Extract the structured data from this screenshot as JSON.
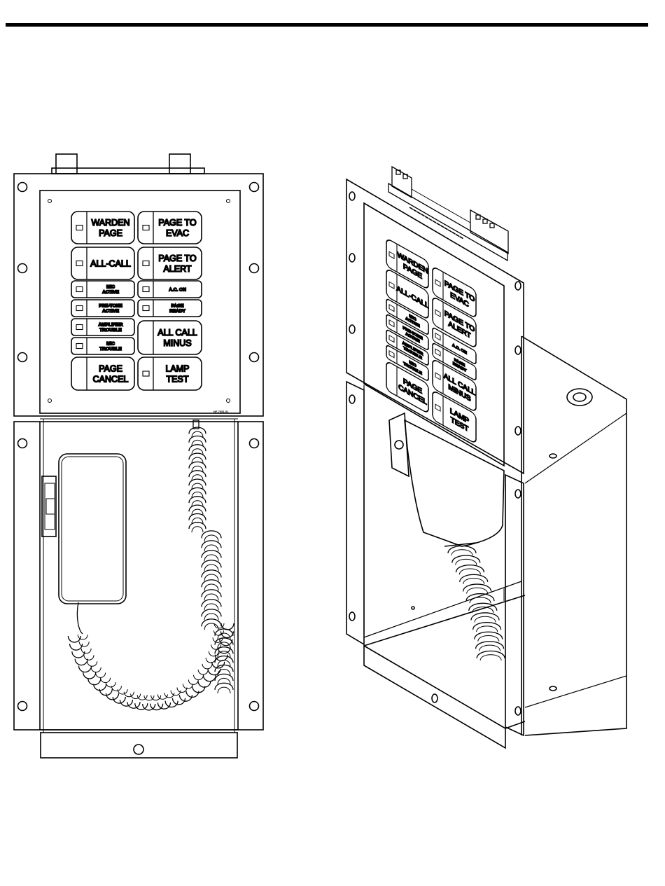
{
  "front_panel": {
    "label_code": "NF-7051-01",
    "buttons": [
      {
        "lines": [
          "WARDEN",
          "PAGE"
        ],
        "led": true
      },
      {
        "lines": [
          "PAGE TO",
          "EVAC"
        ],
        "led": true
      },
      {
        "lines": [
          "ALL-CALL"
        ],
        "led": true
      },
      {
        "lines": [
          "PAGE TO",
          "ALERT"
        ],
        "led": true
      },
      {
        "lines": [
          "MIC",
          "ACTIVE"
        ],
        "led": true
      },
      {
        "lines": [
          "A.C. ON"
        ],
        "led": true
      },
      {
        "lines": [
          "PRE-TONE",
          "ACTIVE"
        ],
        "led": true
      },
      {
        "lines": [
          "PAGE",
          "READY"
        ],
        "led": true
      },
      {
        "lines": [
          "AMPLIFIER",
          "TROUBLE"
        ],
        "led": true
      },
      {
        "lines": [
          "ALL CALL",
          "MINUS"
        ],
        "led": false
      },
      {
        "lines": [
          "MIC",
          "TROUBLE"
        ],
        "led": true
      },
      {
        "lines": [
          "PAGE",
          "CANCEL"
        ],
        "led": false
      },
      {
        "lines": [
          "LAMP",
          "TEST"
        ],
        "led": true
      }
    ]
  },
  "iso_panel": {
    "buttons": [
      {
        "lines": [
          "WARDEN",
          "PAGE"
        ]
      },
      {
        "lines": [
          "ALL-CALL"
        ]
      },
      {
        "lines": [
          "PAGE TO",
          "EVAC"
        ]
      },
      {
        "lines": [
          "MIC",
          "ACTIVE"
        ]
      },
      {
        "lines": [
          "PAGE TO",
          "ALERT"
        ]
      },
      {
        "lines": [
          "PRE-TONE",
          "ACTIVE"
        ]
      },
      {
        "lines": [
          "AMPLIFIER",
          "TROUBLE"
        ]
      },
      {
        "lines": [
          "A.C. ON"
        ]
      },
      {
        "lines": [
          "MIC",
          "TROUBLE"
        ]
      },
      {
        "lines": [
          "PAGE",
          "READY"
        ]
      },
      {
        "lines": [
          "PAGE",
          "CANCEL"
        ]
      },
      {
        "lines": [
          "ALL CALL",
          "MINUS"
        ]
      },
      {
        "lines": [
          "LAMP",
          "TEST"
        ]
      }
    ]
  }
}
